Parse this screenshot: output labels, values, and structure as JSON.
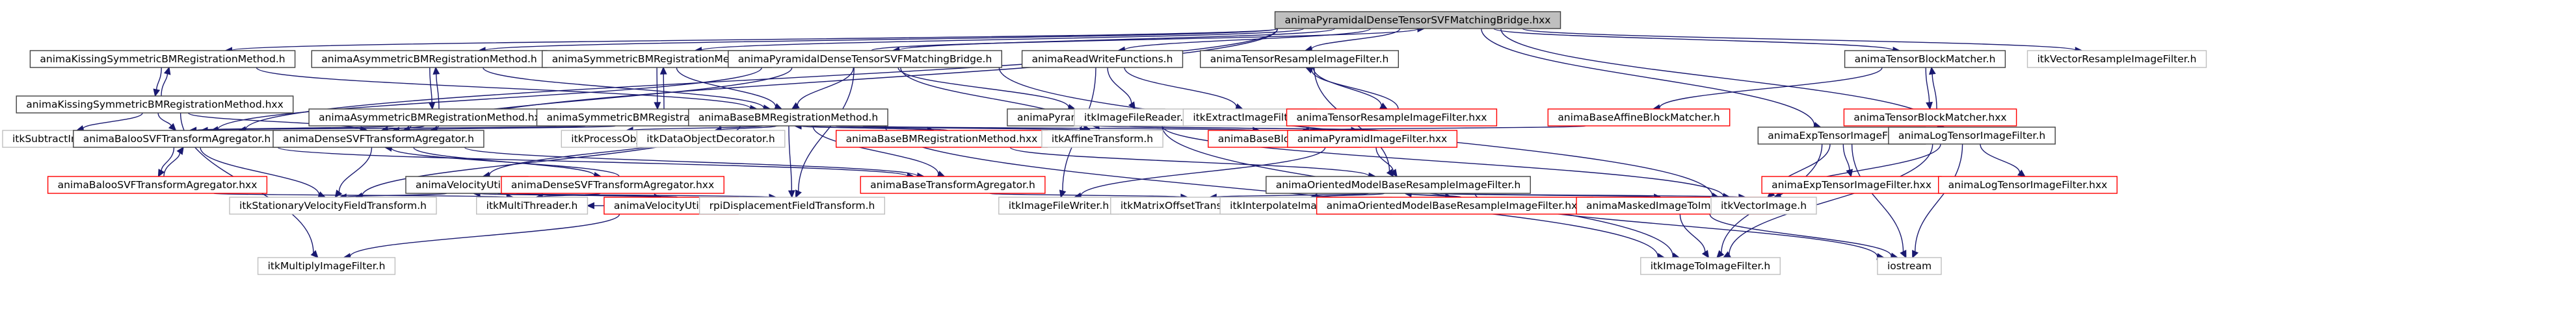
{
  "diagram": {
    "title": "",
    "colors": {
      "background": "#ffffff",
      "focus_fill": "#bfbfbf",
      "node_border": "#404040",
      "truncated_border": "#ff0000",
      "leaf_border": "#bfbfbf",
      "edge": "#191970",
      "text": "#000000"
    },
    "nodes": [
      {
        "id": "bridge_h_top",
        "label": "animaPyramidalDenseTensorSVFMatchingBridge.hxx",
        "style": "focus"
      },
      {
        "id": "kissing_h",
        "label": "animaKissingSymmetricBMRegistrationMethod.h",
        "style": "normal"
      },
      {
        "id": "asym_h",
        "label": "animaAsymmetricBMRegistrationMethod.h",
        "style": "normal"
      },
      {
        "id": "sym_h",
        "label": "animaSymmetricBMRegistrationMethod.h",
        "style": "normal"
      },
      {
        "id": "bridge_h",
        "label": "animaPyramidalDenseTensorSVFMatchingBridge.h",
        "style": "normal"
      },
      {
        "id": "readwrite_h",
        "label": "animaReadWriteFunctions.h",
        "style": "normal"
      },
      {
        "id": "tensorresample_h",
        "label": "animaTensorResampleImageFilter.h",
        "style": "normal"
      },
      {
        "id": "tensorblock_h",
        "label": "animaTensorBlockMatcher.h",
        "style": "normal"
      },
      {
        "id": "itk_vecresample",
        "label": "itkVectorResampleImageFilter.h",
        "style": "leaf"
      },
      {
        "id": "kissing_hxx",
        "label": "animaKissingSymmetricBMRegistrationMethod.hxx",
        "style": "normal"
      },
      {
        "id": "asym_hxx",
        "label": "animaAsymmetricBMRegistrationMethod.hxx",
        "style": "normal"
      },
      {
        "id": "sym_hxx",
        "label": "animaSymmetricBMRegistrationMethod.hxx",
        "style": "normal"
      },
      {
        "id": "basebm_h",
        "label": "animaBaseBMRegistrationMethod.h",
        "style": "normal"
      },
      {
        "id": "pyramid_h",
        "label": "animaPyramidImageFilter.h",
        "style": "normal"
      },
      {
        "id": "itk_filereader",
        "label": "itkImageFileReader.h",
        "style": "leaf"
      },
      {
        "id": "itk_extract",
        "label": "itkExtractImageFilter.h",
        "style": "leaf"
      },
      {
        "id": "tensorresample_hxx",
        "label": "animaTensorResampleImageFilter.hxx",
        "style": "truncated"
      },
      {
        "id": "baseaffine_h",
        "label": "animaBaseAffineBlockMatcher.h",
        "style": "truncated"
      },
      {
        "id": "tensorblock_hxx",
        "label": "animaTensorBlockMatcher.hxx",
        "style": "truncated"
      },
      {
        "id": "itk_subtract",
        "label": "itkSubtractImageFilter.h",
        "style": "leaf"
      },
      {
        "id": "balooagg_h",
        "label": "animaBalooSVFTransformAgregator.h",
        "style": "normal"
      },
      {
        "id": "denseagg_h",
        "label": "animaDenseSVFTransformAgregator.h",
        "style": "normal"
      },
      {
        "id": "itk_processobject",
        "label": "itkProcessObject.h",
        "style": "leaf"
      },
      {
        "id": "itk_datadecorator",
        "label": "itkDataObjectDecorator.h",
        "style": "leaf"
      },
      {
        "id": "basebm_hxx",
        "label": "animaBaseBMRegistrationMethod.hxx",
        "style": "truncated"
      },
      {
        "id": "itk_affine",
        "label": "itkAffineTransform.h",
        "style": "leaf"
      },
      {
        "id": "baseblock_h",
        "label": "animaBaseBlockMatcher.h",
        "style": "truncated"
      },
      {
        "id": "pyramid_hxx",
        "label": "animaPyramidImageFilter.hxx",
        "style": "truncated"
      },
      {
        "id": "exptensor_h",
        "label": "animaExpTensorImageFilter.h",
        "style": "normal"
      },
      {
        "id": "logtensor_h",
        "label": "animaLogTensorImageFilter.h",
        "style": "normal"
      },
      {
        "id": "balooagg_hxx",
        "label": "animaBalooSVFTransformAgregator.hxx",
        "style": "truncated"
      },
      {
        "id": "velocity_h",
        "label": "animaVelocityUtils.h",
        "style": "normal"
      },
      {
        "id": "denseagg_hxx",
        "label": "animaDenseSVFTransformAgregator.hxx",
        "style": "truncated"
      },
      {
        "id": "basetransagg_h",
        "label": "animaBaseTransformAgregator.h",
        "style": "truncated"
      },
      {
        "id": "orientedresample_h",
        "label": "animaOrientedModelBaseResampleImageFilter.h",
        "style": "normal"
      },
      {
        "id": "itk_stationary",
        "label": "itkStationaryVelocityFieldTransform.h",
        "style": "leaf"
      },
      {
        "id": "itk_multithreader",
        "label": "itkMultiThreader.h",
        "style": "leaf"
      },
      {
        "id": "velocity_hxx",
        "label": "animaVelocityUtils.hxx",
        "style": "truncated"
      },
      {
        "id": "rpi_displacement",
        "label": "rpiDisplacementFieldTransform.h",
        "style": "leaf"
      },
      {
        "id": "itk_filewriter",
        "label": "itkImageFileWriter.h",
        "style": "leaf"
      },
      {
        "id": "itk_matrixoffset",
        "label": "itkMatrixOffsetTransformBase.h",
        "style": "leaf"
      },
      {
        "id": "itk_interpolate",
        "label": "itkInterpolateImageFunction.h",
        "style": "leaf"
      },
      {
        "id": "orientedresample_hxx",
        "label": "animaOrientedModelBaseResampleImageFilter.hxx",
        "style": "truncated"
      },
      {
        "id": "maskedimage_h",
        "label": "animaMaskedImageToImageFilter.h",
        "style": "truncated"
      },
      {
        "id": "itk_vectorimage",
        "label": "itkVectorImage.h",
        "style": "leaf"
      },
      {
        "id": "exptensor_hxx",
        "label": "animaExpTensorImageFilter.hxx",
        "style": "truncated"
      },
      {
        "id": "logtensor_hxx",
        "label": "animaLogTensorImageFilter.hxx",
        "style": "truncated"
      },
      {
        "id": "itk_multiply",
        "label": "itkMultiplyImageFilter.h",
        "style": "leaf"
      },
      {
        "id": "itk_imagetoimage",
        "label": "itkImageToImageFilter.h",
        "style": "leaf"
      },
      {
        "id": "iostream",
        "label": "iostream",
        "style": "leaf"
      }
    ],
    "edges": [
      [
        "bridge_h_top",
        "bridge_h"
      ],
      [
        "bridge_h",
        "bridge_h_top"
      ],
      [
        "bridge_h_top",
        "kissing_h"
      ],
      [
        "bridge_h_top",
        "asym_h"
      ],
      [
        "bridge_h_top",
        "sym_h"
      ],
      [
        "bridge_h_top",
        "readwrite_h"
      ],
      [
        "bridge_h_top",
        "tensorresample_h"
      ],
      [
        "bridge_h_top",
        "tensorblock_h"
      ],
      [
        "bridge_h_top",
        "itk_vecresample"
      ],
      [
        "bridge_h_top",
        "exptensor_h"
      ],
      [
        "bridge_h_top",
        "logtensor_h"
      ],
      [
        "bridge_h_top",
        "denseagg_h"
      ],
      [
        "bridge_h_top",
        "balooagg_h"
      ],
      [
        "kissing_h",
        "kissing_hxx"
      ],
      [
        "kissing_hxx",
        "kissing_h"
      ],
      [
        "kissing_h",
        "basebm_h"
      ],
      [
        "asym_h",
        "asym_hxx"
      ],
      [
        "asym_hxx",
        "asym_h"
      ],
      [
        "asym_h",
        "basebm_h"
      ],
      [
        "sym_h",
        "sym_hxx"
      ],
      [
        "sym_hxx",
        "sym_h"
      ],
      [
        "sym_h",
        "basebm_h"
      ],
      [
        "kissing_hxx",
        "itk_subtract"
      ],
      [
        "kissing_hxx",
        "balooagg_h"
      ],
      [
        "kissing_hxx",
        "denseagg_h"
      ],
      [
        "kissing_hxx",
        "itk_multiply"
      ],
      [
        "asym_hxx",
        "balooagg_h"
      ],
      [
        "asym_hxx",
        "denseagg_h"
      ],
      [
        "sym_hxx",
        "balooagg_h"
      ],
      [
        "sym_hxx",
        "denseagg_h"
      ],
      [
        "bridge_h",
        "basebm_h"
      ],
      [
        "bridge_h",
        "pyramid_h"
      ],
      [
        "bridge_h",
        "itk_affine"
      ],
      [
        "bridge_h",
        "rpi_displacement"
      ],
      [
        "bridge_h",
        "itk_vectorimage"
      ],
      [
        "bridge_h",
        "balooagg_h"
      ],
      [
        "bridge_h",
        "denseagg_h"
      ],
      [
        "readwrite_h",
        "itk_filereader"
      ],
      [
        "readwrite_h",
        "itk_extract"
      ],
      [
        "readwrite_h",
        "itk_filewriter"
      ],
      [
        "tensorresample_h",
        "tensorresample_hxx"
      ],
      [
        "tensorresample_hxx",
        "tensorresample_h"
      ],
      [
        "tensorresample_h",
        "orientedresample_h"
      ],
      [
        "tensorblock_h",
        "tensorblock_hxx"
      ],
      [
        "tensorblock_hxx",
        "tensorblock_h"
      ],
      [
        "tensorblock_h",
        "baseaffine_h"
      ],
      [
        "baseaffine_h",
        "baseblock_h"
      ],
      [
        "basebm_h",
        "basebm_hxx"
      ],
      [
        "basebm_hxx",
        "basebm_h"
      ],
      [
        "basebm_h",
        "itk_processobject"
      ],
      [
        "basebm_h",
        "itk_datadecorator"
      ],
      [
        "basebm_h",
        "itk_affine"
      ],
      [
        "basebm_h",
        "baseblock_h"
      ],
      [
        "basebm_h",
        "basetransagg_h"
      ],
      [
        "basebm_h",
        "velocity_h"
      ],
      [
        "basebm_h",
        "itk_stationary"
      ],
      [
        "basebm_h",
        "rpi_displacement"
      ],
      [
        "basebm_h",
        "itk_imagetoimage"
      ],
      [
        "basebm_hxx",
        "orientedresample_h"
      ],
      [
        "pyramid_h",
        "pyramid_hxx"
      ],
      [
        "pyramid_hxx",
        "pyramid_h"
      ],
      [
        "pyramid_h",
        "itk_vectorimage"
      ],
      [
        "pyramid_h",
        "itk_imagetoimage"
      ],
      [
        "pyramid_hxx",
        "orientedresample_h"
      ],
      [
        "pyramid_hxx",
        "itk_filewriter"
      ],
      [
        "balooagg_h",
        "balooagg_hxx"
      ],
      [
        "balooagg_hxx",
        "balooagg_h"
      ],
      [
        "balooagg_h",
        "basetransagg_h"
      ],
      [
        "balooagg_h",
        "itk_stationary"
      ],
      [
        "denseagg_h",
        "denseagg_hxx"
      ],
      [
        "denseagg_hxx",
        "denseagg_h"
      ],
      [
        "denseagg_h",
        "basetransagg_h"
      ],
      [
        "denseagg_h",
        "itk_stationary"
      ],
      [
        "denseagg_hxx",
        "velocity_h"
      ],
      [
        "denseagg_hxx",
        "itk_multithreader"
      ],
      [
        "balooagg_hxx",
        "itk_multithreader"
      ],
      [
        "velocity_h",
        "velocity_hxx"
      ],
      [
        "velocity_hxx",
        "velocity_h"
      ],
      [
        "velocity_h",
        "itk_stationary"
      ],
      [
        "velocity_h",
        "rpi_displacement"
      ],
      [
        "velocity_hxx",
        "itk_multithreader"
      ],
      [
        "velocity_hxx",
        "itk_multiply"
      ],
      [
        "basetransagg_h",
        "itk_matrixoffset"
      ],
      [
        "orientedresample_h",
        "orientedresample_hxx"
      ],
      [
        "orientedresample_hxx",
        "orientedresample_h"
      ],
      [
        "orientedresample_h",
        "itk_interpolate"
      ],
      [
        "orientedresample_h",
        "itk_matrixoffset"
      ],
      [
        "orientedresample_h",
        "itk_vectorimage"
      ],
      [
        "orientedresample_h",
        "iostream"
      ],
      [
        "orientedresample_h",
        "maskedimage_h"
      ],
      [
        "orientedresample_hxx",
        "itk_vectorimage"
      ],
      [
        "maskedimage_h",
        "itk_imagetoimage"
      ],
      [
        "maskedimage_h",
        "iostream"
      ],
      [
        "exptensor_h",
        "exptensor_hxx"
      ],
      [
        "exptensor_h",
        "itk_vectorimage"
      ],
      [
        "exptensor_h",
        "itk_imagetoimage"
      ],
      [
        "exptensor_h",
        "iostream"
      ],
      [
        "logtensor_h",
        "logtensor_hxx"
      ],
      [
        "logtensor_h",
        "itk_vectorimage"
      ],
      [
        "logtensor_h",
        "itk_imagetoimage"
      ],
      [
        "logtensor_h",
        "iostream"
      ]
    ]
  }
}
